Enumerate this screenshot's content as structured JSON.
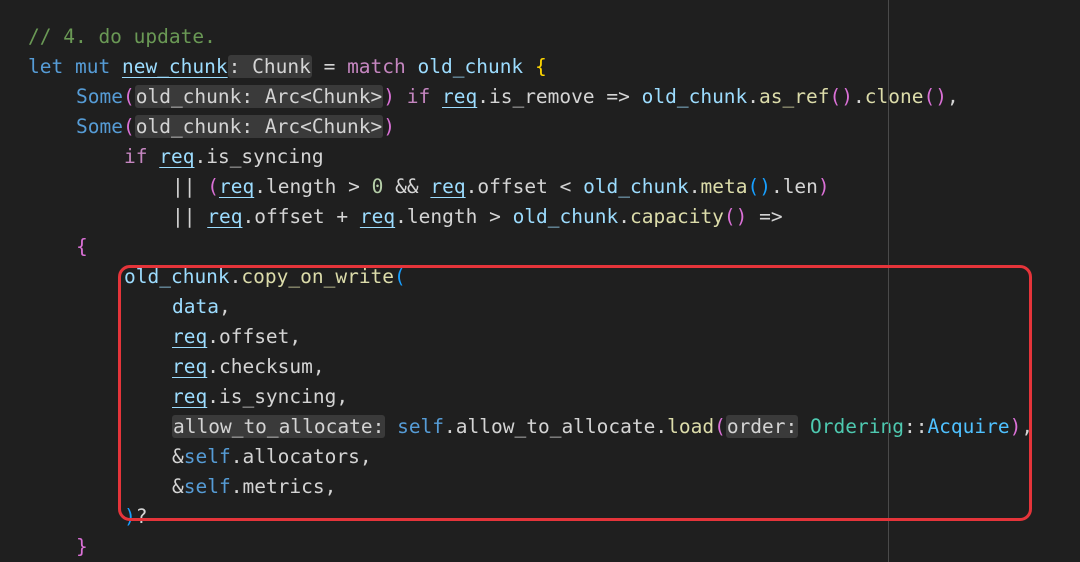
{
  "code": {
    "comment": "// 4. do update.",
    "kw_let": "let",
    "kw_mut": "mut",
    "new_chunk": "new_chunk",
    "type_chunk": ": Chunk",
    "eq": " = ",
    "kw_match": "match",
    "old_chunk": "old_chunk",
    "some": "Some",
    "old_chunk_arc_hint": "old_chunk: Arc<Chunk>",
    "kw_if": "if",
    "req": "req",
    "is_remove": ".is_remove",
    "fat_arrow": "=>",
    "as_ref": "as_ref",
    "clone": "clone",
    "is_syncing_field": ".is_syncing",
    "oror": "||",
    "length_field": ".length",
    "gt": ">",
    "zero": "0",
    "andand": "&&",
    "offset_field": ".offset",
    "lt": "<",
    "meta": "meta",
    "len_field": ".len",
    "plus": "+",
    "capacity": "capacity",
    "copy_on_write": "copy_on_write",
    "data": "data",
    "checksum_field": ".checksum",
    "hint_allow": "allow_to_allocate:",
    "self_kw": "self",
    "allow_field": ".allow_to_allocate.",
    "load": "load",
    "hint_order": "order:",
    "ordering": "Ordering",
    "dcolon": "::",
    "acquire": "Acquire",
    "amp": "&",
    "allocators_field": ".allocators",
    "metrics_field": ".metrics",
    "question": "?",
    "comma": ",",
    "dot": ".",
    "open_brace": "{",
    "close_brace": "}",
    "open_paren": "(",
    "close_paren": ")"
  }
}
